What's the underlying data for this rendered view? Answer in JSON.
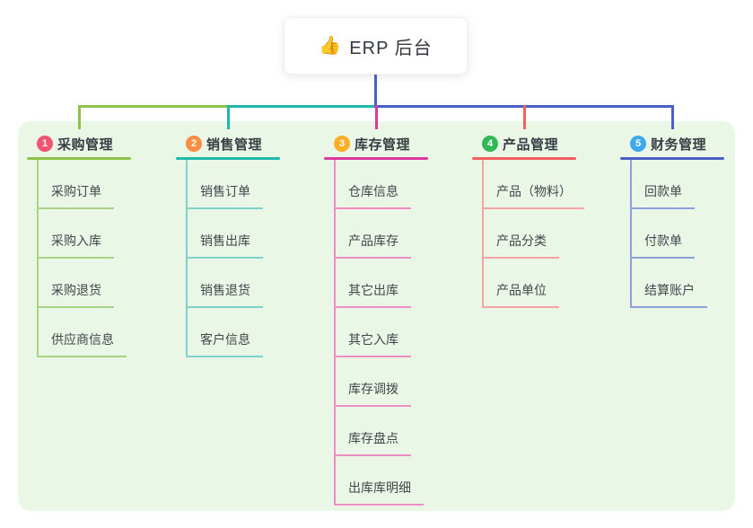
{
  "root": {
    "icon": "👍",
    "label": "ERP 后台"
  },
  "colors": {
    "root_line": "#4a5ec8",
    "panel_bg": "#eaf6e6"
  },
  "branches": [
    {
      "badge": "1",
      "label": "采购管理",
      "badge_color": "#f25574",
      "line_color": "#8bc34a",
      "light_color": "#abd385",
      "children": [
        "采购订单",
        "采购入库",
        "采购退货",
        "供应商信息"
      ]
    },
    {
      "badge": "2",
      "label": "销售管理",
      "badge_color": "#f98e42",
      "line_color": "#1fb8ac",
      "light_color": "#7fd2ca",
      "children": [
        "销售订单",
        "销售出库",
        "销售退货",
        "客户信息"
      ]
    },
    {
      "badge": "3",
      "label": "库存管理",
      "badge_color": "#fcae26",
      "line_color": "#da3a9e",
      "light_color": "#f08cc6",
      "children": [
        "仓库信息",
        "产品库存",
        "其它出库",
        "其它入库",
        "库存调拨",
        "库存盘点",
        "出库库明细"
      ]
    },
    {
      "badge": "4",
      "label": "产品管理",
      "badge_color": "#32b854",
      "line_color": "#f75f5f",
      "light_color": "#f5a3a3",
      "children": [
        "产品（物料）",
        "产品分类",
        "产品单位"
      ]
    },
    {
      "badge": "5",
      "label": "财务管理",
      "badge_color": "#3fa9ef",
      "line_color": "#4a5ec8",
      "light_color": "#8da2da",
      "children": [
        "回款单",
        "付款单",
        "结算账户"
      ]
    }
  ]
}
